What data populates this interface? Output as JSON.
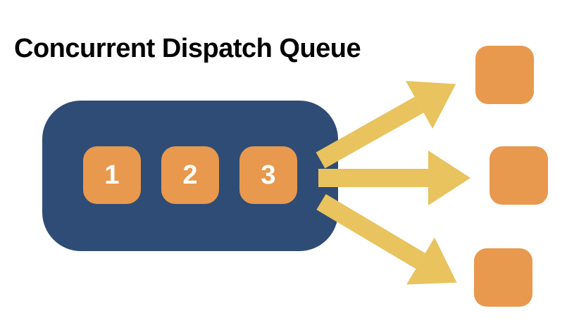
{
  "title": "Concurrent Dispatch Queue",
  "queue": {
    "tasks": [
      {
        "label": "1"
      },
      {
        "label": "2"
      },
      {
        "label": "3"
      }
    ]
  },
  "arrows": {
    "names": [
      "arrow-to-top-task-icon",
      "arrow-to-middle-task-icon",
      "arrow-to-bottom-task-icon"
    ]
  },
  "colors": {
    "background": "#FFFFFF",
    "title_text": "#000000",
    "queue_fill": "#2E4C75",
    "task_fill": "#E8994E",
    "task_text": "#FFFFFF",
    "arrow_fill": "#E8C35E"
  }
}
